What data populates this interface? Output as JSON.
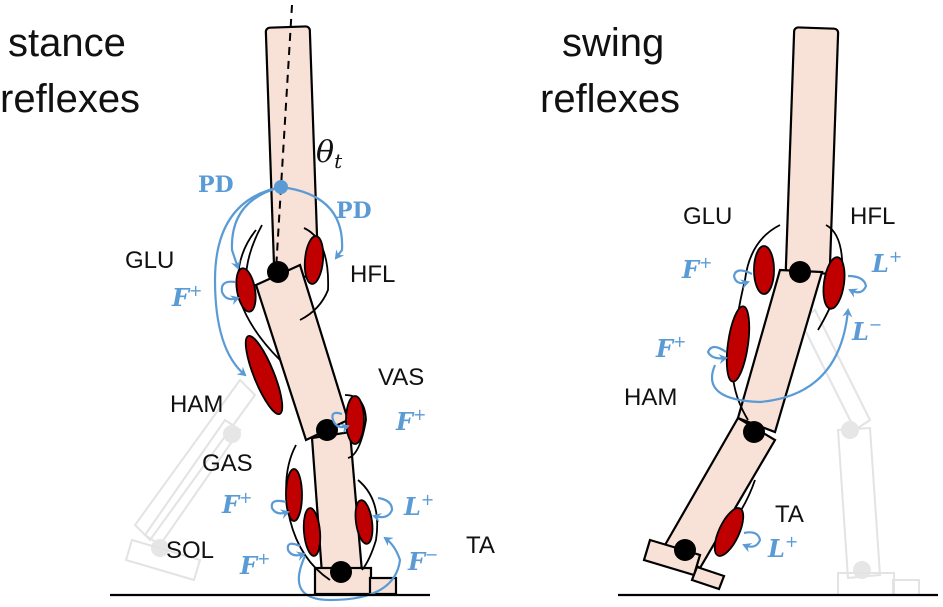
{
  "panels": {
    "stance": {
      "title_line1": "stance",
      "title_line2": "reflexes",
      "angle_label": "θ",
      "angle_subscript": "t",
      "pd_left": "PD",
      "pd_right": "PD",
      "muscles": {
        "glu": "GLU",
        "hfl": "HFL",
        "ham": "HAM",
        "vas": "VAS",
        "gas": "GAS",
        "sol": "SOL",
        "ta": "TA"
      },
      "reflexes": {
        "glu": {
          "base": "F",
          "sup": "+"
        },
        "vas": {
          "base": "F",
          "sup": "+"
        },
        "gas": {
          "base": "F",
          "sup": "+"
        },
        "sol": {
          "base": "F",
          "sup": "+"
        },
        "ta_length": {
          "base": "L",
          "sup": "+"
        },
        "ta_sol": {
          "base": "F",
          "sup": "−"
        }
      }
    },
    "swing": {
      "title_line1": "swing",
      "title_line2": "reflexes",
      "muscles": {
        "glu": "GLU",
        "hfl": "HFL",
        "ham": "HAM",
        "ta": "TA"
      },
      "reflexes": {
        "glu": {
          "base": "F",
          "sup": "+"
        },
        "hfl": {
          "base": "L",
          "sup": "+"
        },
        "hfl_ham": {
          "base": "L",
          "sup": "−"
        },
        "ham": {
          "base": "F",
          "sup": "+"
        },
        "ta": {
          "base": "L",
          "sup": "+"
        }
      }
    }
  },
  "colors": {
    "segment_fill": "#f8e1d7",
    "muscle_fill": "#c00000",
    "reflex_blue": "#5b9bd5",
    "ghost_gray": "#e3e3e3"
  }
}
